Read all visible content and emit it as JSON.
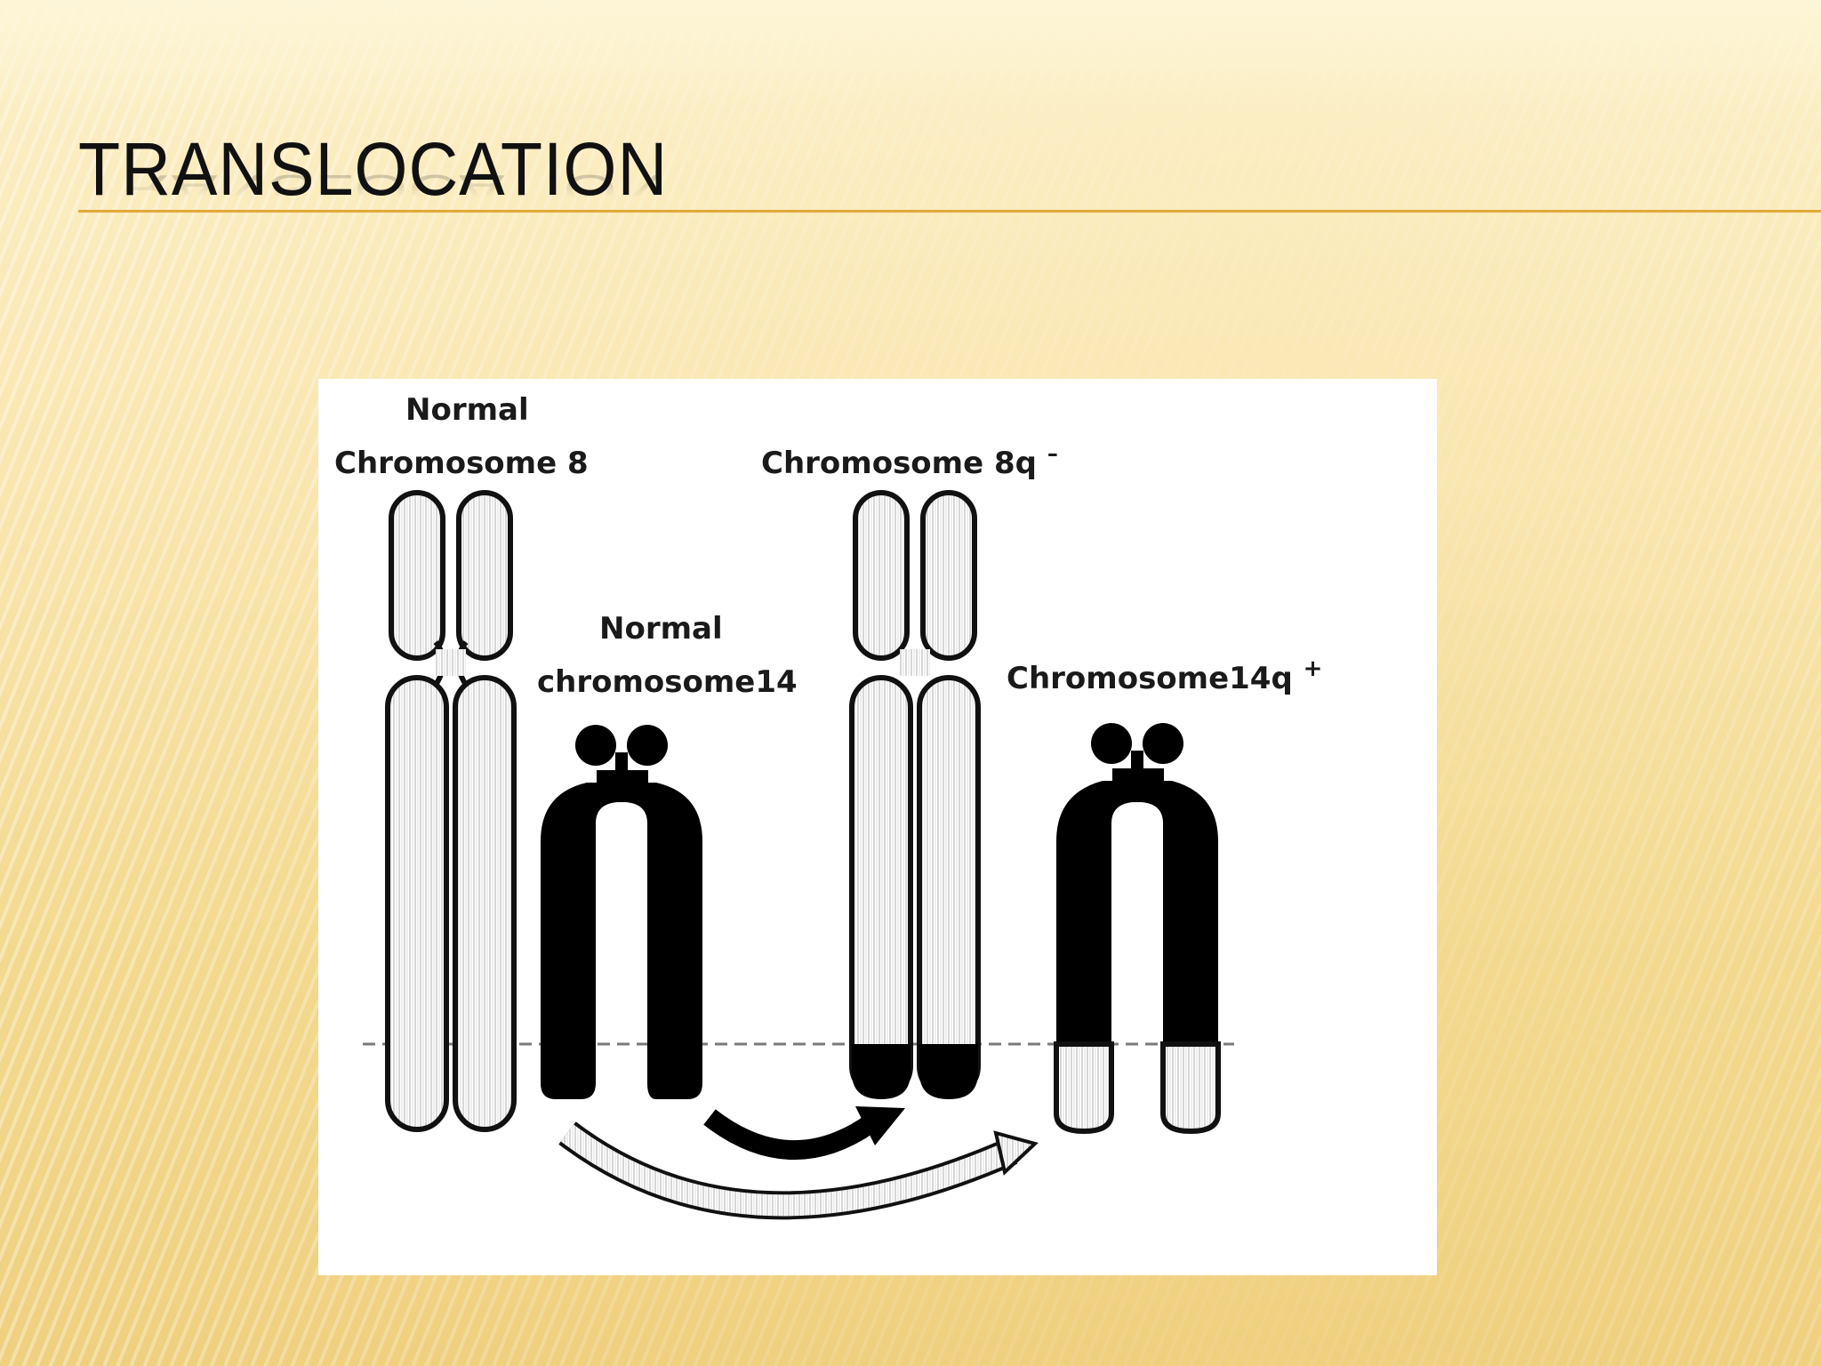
{
  "slide": {
    "title": "TRANSLOCATION"
  },
  "figure": {
    "labels": {
      "normal_chr8_line1": "Normal",
      "normal_chr8_line2": "Chromosome 8",
      "chr8q_minus": "Chromosome 8q",
      "chr8q_minus_sup": "–",
      "normal_chr14_line1": "Normal",
      "normal_chr14_line2": "chromosome14",
      "chr14q_plus": "Chromosome14q",
      "chr14q_plus_sup": "+"
    }
  }
}
